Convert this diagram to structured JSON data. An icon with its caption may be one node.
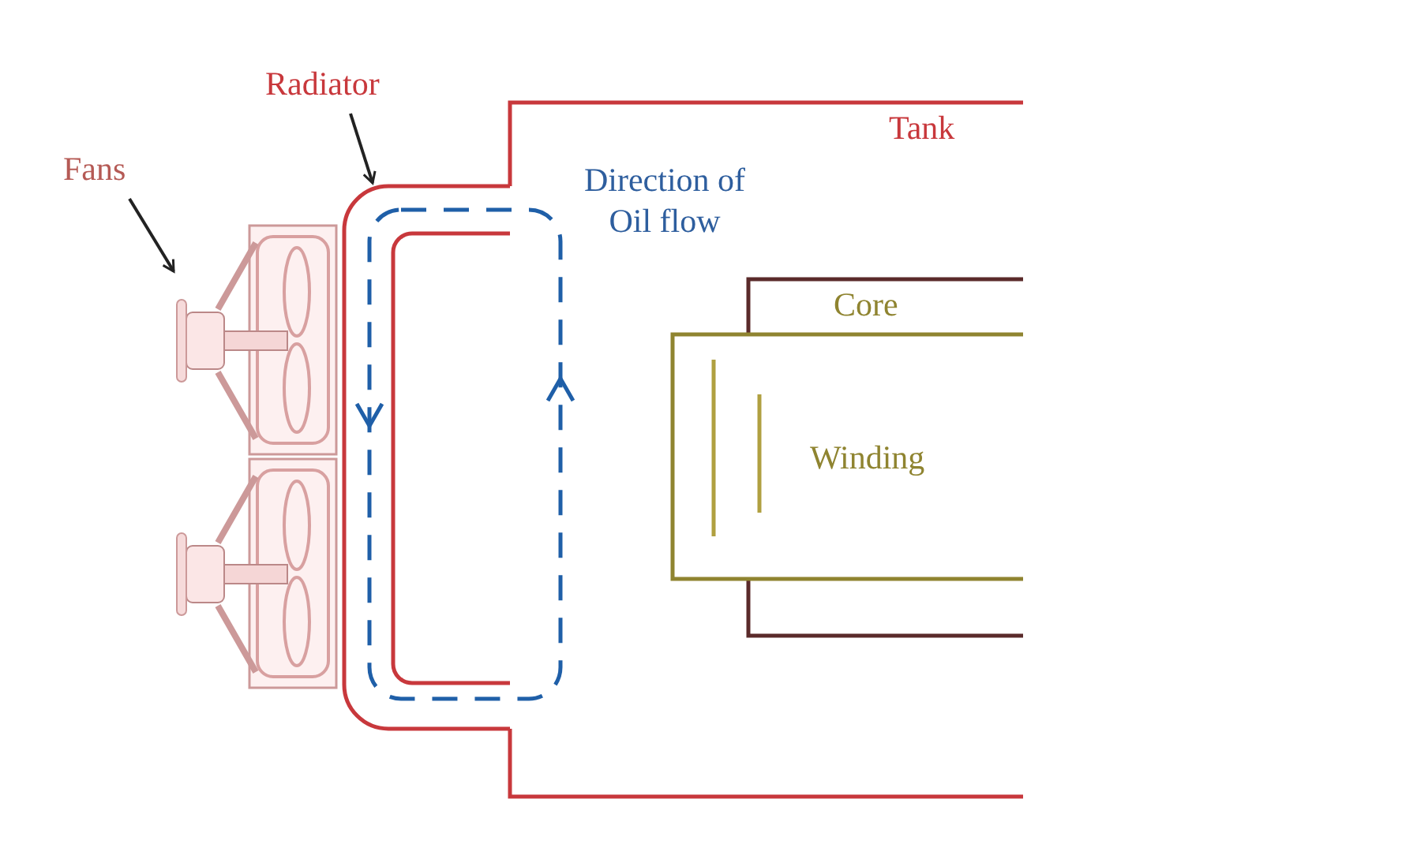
{
  "diagram": {
    "nodes": [
      {
        "text": [
          "Tank"
        ]
      },
      {
        "text": [
          "Core"
        ],
        "in": 0
      },
      {
        "text": [
          "Winding"
        ],
        "in": 0
      },
      {
        "text": [
          "Fans"
        ]
      },
      {
        "text": [],
        "shape": "picture"
      },
      {
        "text": [
          "Radiator"
        ]
      },
      {
        "text": [],
        "shape": "box"
      }
    ],
    "edges": [
      {
        "from": 3,
        "to": 4,
        "arrow": "to"
      },
      {
        "from": 5,
        "to": 6,
        "arrow": "to"
      }
    ],
    "labels": [
      "Direction of Oil flow"
    ]
  }
}
